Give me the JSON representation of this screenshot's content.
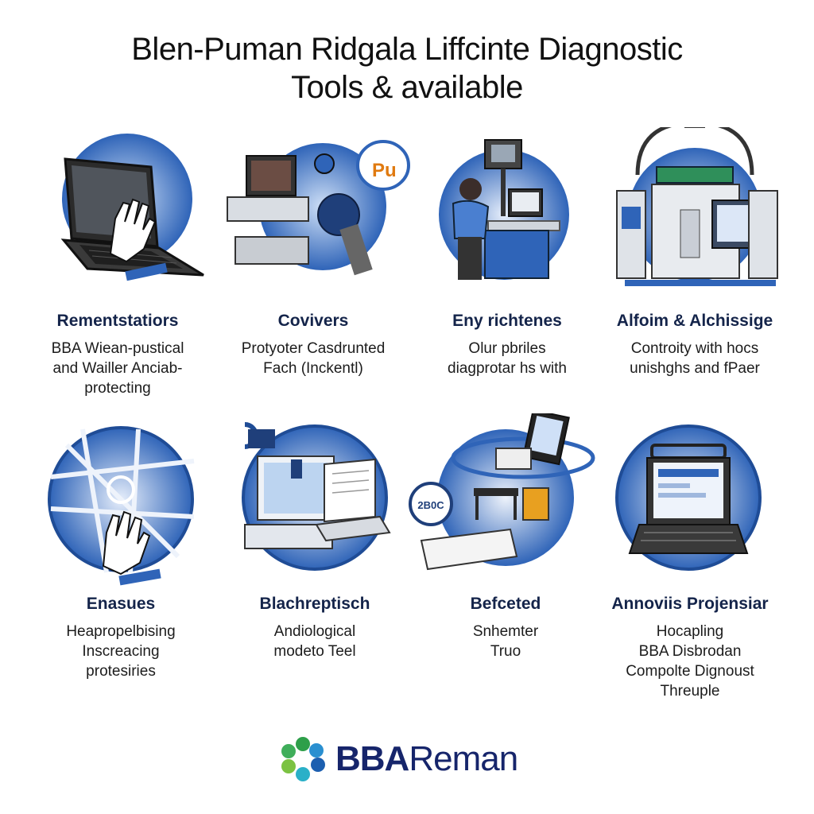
{
  "title": {
    "line1": "Blen-Puman Ridgala Liffcinte Diagnostic",
    "line2": "Tools & available"
  },
  "cards": [
    {
      "icon": "laptop-hand-icon",
      "heading": "Rementstatiors",
      "lines": [
        "BBA Wiean-pustical",
        "and Wailler Anciab-",
        "protecting"
      ]
    },
    {
      "icon": "diagnostic-machines-icon",
      "heading": "Covivers",
      "lines": [
        "Protyoter Casdrunted",
        "Fach (Inckentl)"
      ],
      "badge": "Pu"
    },
    {
      "icon": "technician-workstation-icon",
      "heading": "Eny richtenes",
      "lines": [
        "Olur pbriles",
        "diagprotar hs with"
      ]
    },
    {
      "icon": "diagnostic-station-icon",
      "heading": "Alfoim & Alchissige",
      "lines": [
        "Controity with hocs",
        "unishghs and fPaer"
      ]
    },
    {
      "icon": "hand-mechanism-icon",
      "heading": "Enasues",
      "lines": [
        "Heapropelbising",
        "Inscreacing",
        "protesiries"
      ]
    },
    {
      "icon": "scanner-laptop-icon",
      "heading": "Blachreptisch",
      "lines": [
        "Andiological",
        "modeto Teel"
      ]
    },
    {
      "icon": "devices-orbit-icon",
      "heading": "Befceted",
      "lines": [
        "Snhemter",
        "Truo"
      ],
      "badge": "2B0C"
    },
    {
      "icon": "laptop-screen-icon",
      "heading": "Annoviis Projensiar",
      "lines": [
        "Hocapling",
        "BBA Disbrodan",
        "Compolte Dignoust",
        "Threuple"
      ]
    }
  ],
  "logo": {
    "bold": "BBA",
    "light": "Reman"
  },
  "colors": {
    "accent": "#2a5bb0",
    "circle": "#2f64b8",
    "heading": "#14244a",
    "brand": "#16256b"
  }
}
